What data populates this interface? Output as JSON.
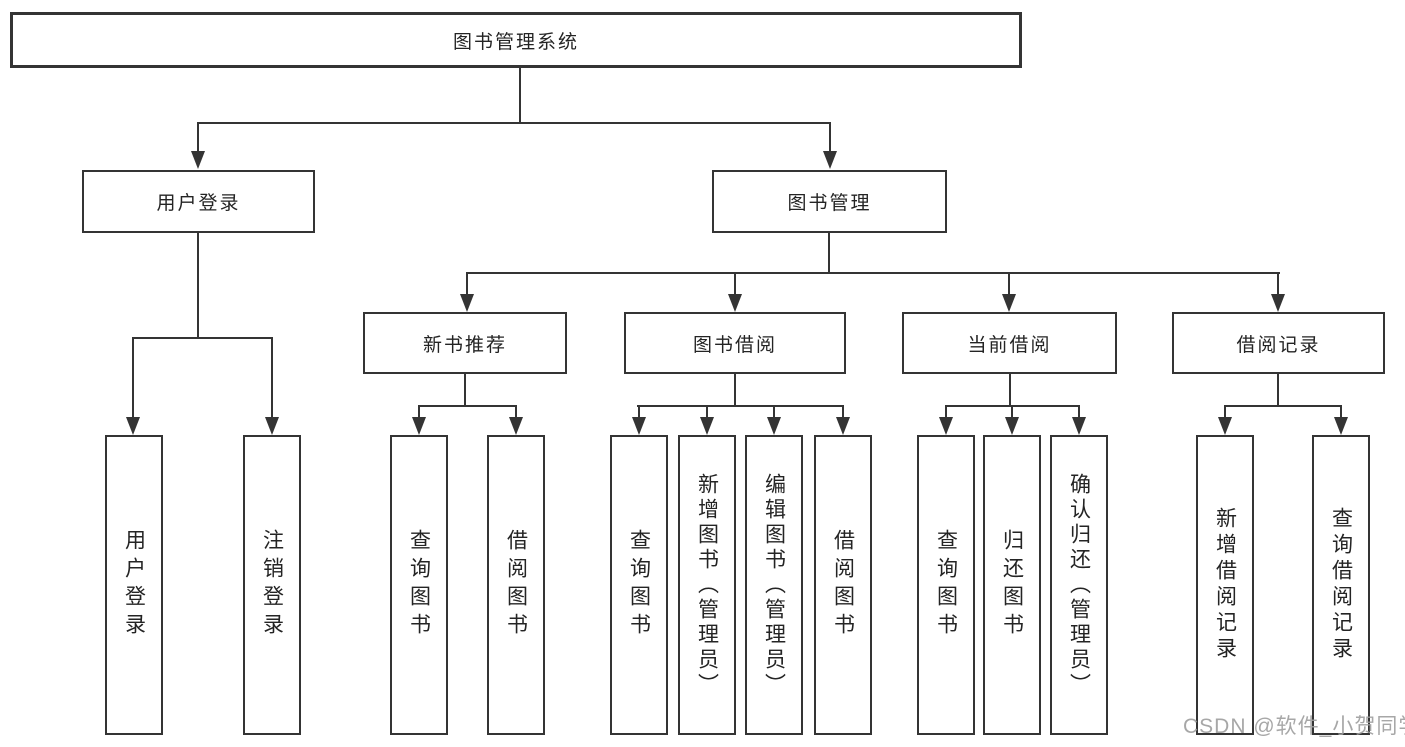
{
  "tree": {
    "root": "图书管理系统",
    "children": [
      {
        "label": "用户登录",
        "children": [
          {
            "label": "用户登录"
          },
          {
            "label": "注销登录"
          }
        ]
      },
      {
        "label": "图书管理",
        "children": [
          {
            "label": "新书推荐",
            "children": [
              {
                "label": "查询图书"
              },
              {
                "label": "借阅图书"
              }
            ]
          },
          {
            "label": "图书借阅",
            "children": [
              {
                "label": "查询图书"
              },
              {
                "label": "新增图书（管理员）"
              },
              {
                "label": "编辑图书（管理员）"
              },
              {
                "label": "借阅图书"
              }
            ]
          },
          {
            "label": "当前借阅",
            "children": [
              {
                "label": "查询图书"
              },
              {
                "label": "归还图书"
              },
              {
                "label": "确认归还（管理员）"
              }
            ]
          },
          {
            "label": "借阅记录",
            "children": [
              {
                "label": "新增借阅记录"
              },
              {
                "label": "查询借阅记录"
              }
            ]
          }
        ]
      }
    ]
  },
  "watermark": {
    "text": "CSDN @软件_小贺同学",
    "color": "#9e9e9e"
  },
  "colors": {
    "line": "#343434",
    "box_border": "#343434",
    "text": "#242424",
    "background": "#ffffff"
  }
}
